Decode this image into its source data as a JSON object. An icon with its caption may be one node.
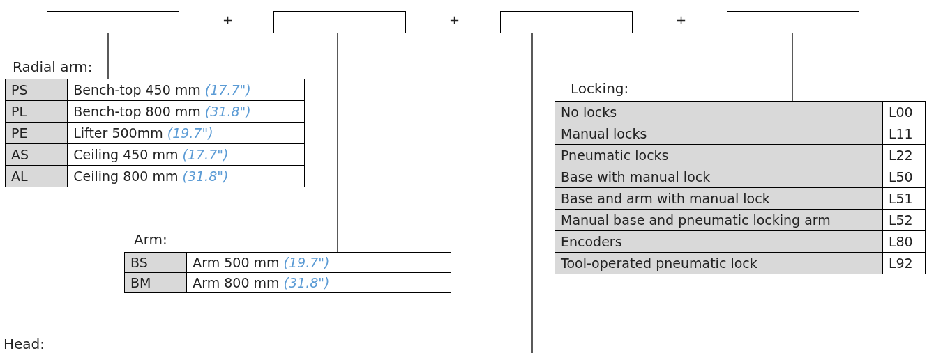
{
  "diagram": {
    "nodes": [
      {
        "text": [],
        "shape": "box"
      },
      {
        "text": [],
        "shape": "box"
      },
      {
        "text": [],
        "shape": "box"
      },
      {
        "text": [],
        "shape": "box"
      },
      {
        "text": [
          "Radial arm:",
          "PS",
          "Bench-top 450 mm *(17.7\")*",
          "PL",
          "Bench-top 800 mm *(31.8\")*",
          "PE",
          "Lifter 500mm *(19.7\")*",
          "AS",
          "Ceiling 450 mm *(17.7\")*",
          "AL",
          "Ceiling 800 mm *(31.8\")*"
        ]
      },
      {
        "text": [
          "Arm:",
          "BS",
          "Arm 500 mm *(19.7\")*",
          "BM",
          "Arm 800 mm *(31.8\")*"
        ]
      },
      {
        "text": [
          "Locking:",
          "No locks",
          "L00",
          "Manual locks",
          "L11",
          "Pneumatic locks",
          "L22",
          "Base with manual lock",
          "L50",
          "Base and arm with manual lock",
          "L51",
          "Manual base and pneumatic locking arm",
          "L52",
          "Encoders",
          "L80",
          "Tool-operated pneumatic lock",
          "L92"
        ]
      }
    ],
    "edges": [
      {
        "from": 0,
        "to": 4,
        "arrow": "none"
      },
      {
        "from": 1,
        "to": 5,
        "arrow": "none"
      },
      {
        "from": 2,
        "to": null,
        "arrow": "none"
      },
      {
        "from": 3,
        "to": 6,
        "arrow": "none"
      }
    ],
    "labels": [
      "+",
      "+",
      "+",
      "Head:"
    ]
  }
}
